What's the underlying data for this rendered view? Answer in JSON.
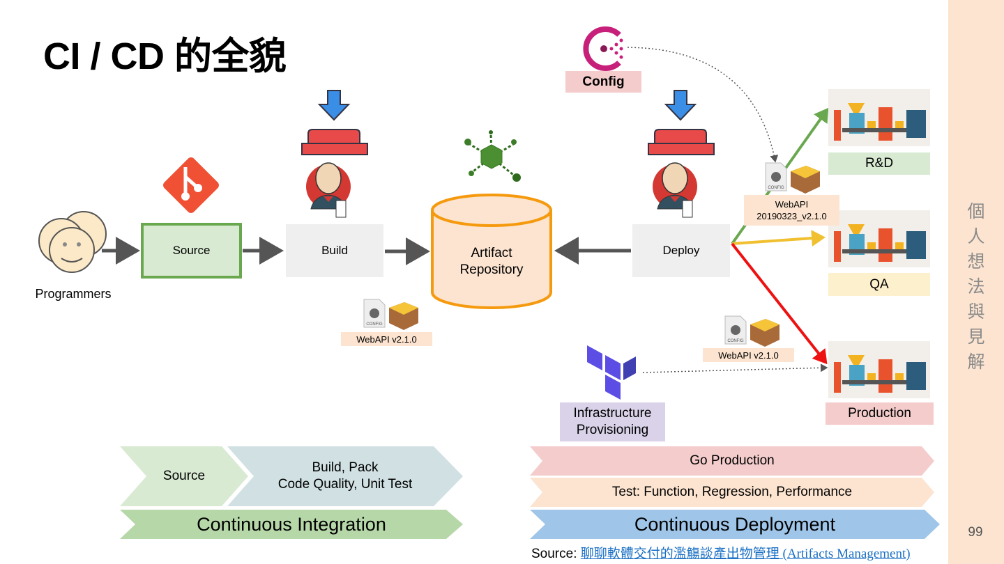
{
  "slide": {
    "title": "CI / CD 的全貌",
    "side_note": "個人想法與見解",
    "page_number": "99"
  },
  "nodes": {
    "programmers": "Programmers",
    "source": "Source",
    "build": "Build",
    "artifact_repository_line1": "Artifact",
    "artifact_repository_line2": "Repository",
    "deploy": "Deploy",
    "config": "Config",
    "infra_line1": "Infrastructure",
    "infra_line2": "Provisioning"
  },
  "environments": [
    {
      "label": "R&D",
      "color": "#d9ead3",
      "arrow_color": "#6aa84f"
    },
    {
      "label": "QA",
      "color": "#fdf0cc",
      "arrow_color": "#f0c030"
    },
    {
      "label": "Production",
      "color": "#f4cccc",
      "arrow_color": "#ee1111"
    }
  ],
  "artifacts": {
    "build_artifact": "WebAPI v2.1.0",
    "deploy_artifact_line1": "WebAPI",
    "deploy_artifact_line2": "20190323_v2.1.0",
    "prod_artifact": "WebAPI v2.1.0",
    "config_file_caption": "CONFIG"
  },
  "ci_band": {
    "stage1": "Source",
    "stage2_line1": "Build, Pack",
    "stage2_line2": "Code Quality, Unit Test",
    "label": "Continuous Integration"
  },
  "cd_band": {
    "stage_prod": "Go Production",
    "stage_test": "Test: Function, Regression, Performance",
    "label": "Continuous Deployment"
  },
  "footer": {
    "source_prefix": "Source:",
    "source_link": "聊聊軟體交付的濫觴談產出物管理 (Artifacts Management)"
  },
  "colors": {
    "source_fill": "#d9ead3",
    "source_border": "#6aa84f",
    "repo_fill": "#fce4d0",
    "repo_border": "#f59a0e",
    "arrow_gray": "#555555",
    "config_pink": "#c7207a",
    "terraform_purple": "#5c4ee5",
    "git_orange": "#f05033"
  }
}
